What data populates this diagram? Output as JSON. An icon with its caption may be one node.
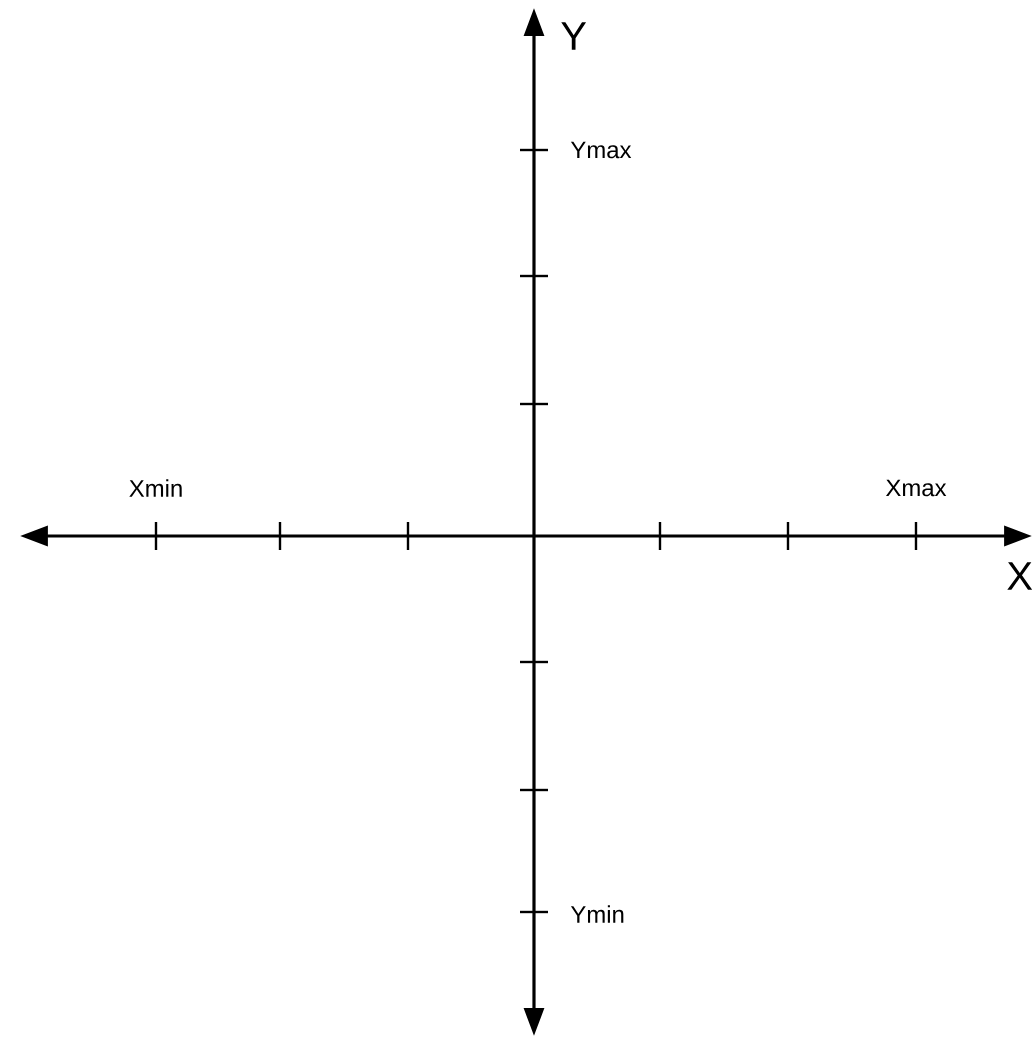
{
  "diagram": {
    "labels": [
      "Y",
      "Ymax",
      "Xmin",
      "Xmax",
      "X",
      "Ymin"
    ]
  }
}
